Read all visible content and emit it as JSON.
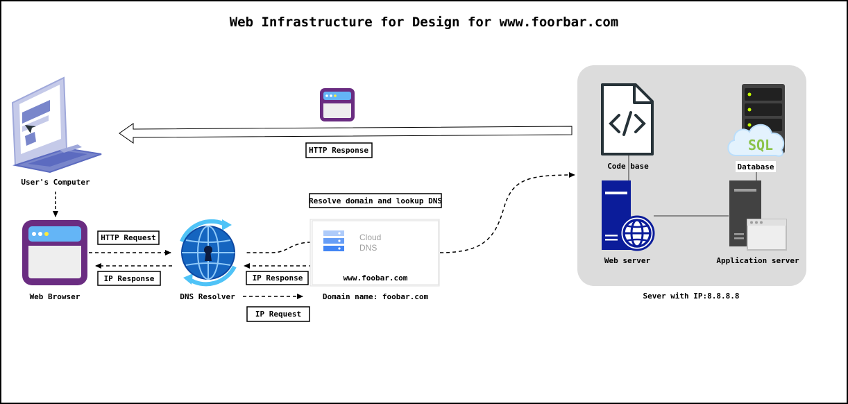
{
  "title": "Web Infrastructure for Design for www.foorbar.com",
  "nodes": {
    "users_computer": "User's Computer",
    "web_browser": "Web Browser",
    "dns_resolver": "DNS Resolver",
    "domain_name": "Domain name: foobar.com",
    "server_caption": "Sever with IP:8.8.8.8",
    "code_base": "Code base",
    "database": "Database",
    "web_server": "Web server",
    "application_server": "Application server",
    "sql_badge": "SQL"
  },
  "cloud_dns": {
    "line1": "Cloud",
    "line2": "DNS",
    "domain": "www.foobar.com"
  },
  "edges": {
    "http_response": "HTTP Response",
    "http_request": "HTTP Request",
    "ip_response_browser": "IP Response",
    "ip_response_dns": "IP Response",
    "ip_request": "IP Request",
    "resolve_lookup": "Resolve domain and lookup DNS"
  },
  "colors": {
    "purple": "#6a2c81",
    "server_blue": "#0b1c9a",
    "laptop_blue": "#5c6bc0",
    "globe_blue": "#1565c0",
    "server_panel": "#dcdcdc",
    "sql_green": "#8bc34a"
  }
}
